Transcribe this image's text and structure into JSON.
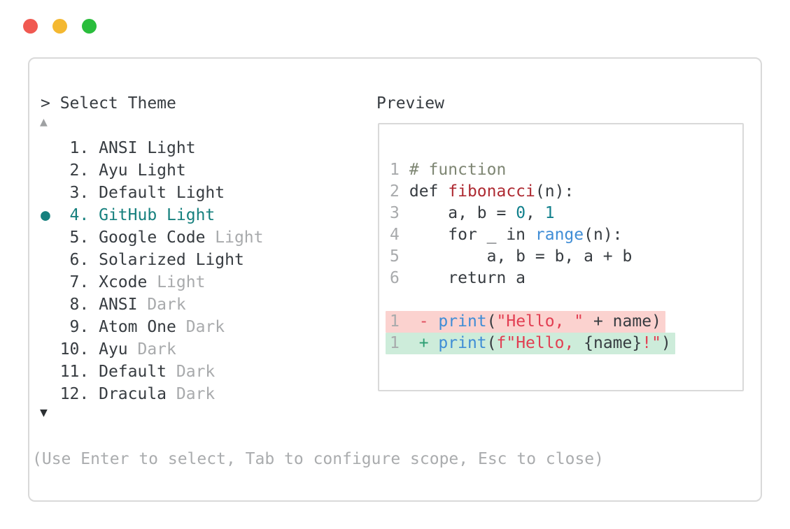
{
  "window": {
    "traffic_lights": [
      {
        "name": "close",
        "color": "#f05951"
      },
      {
        "name": "minimize",
        "color": "#f4b831"
      },
      {
        "name": "maximize",
        "color": "#2abd3c"
      }
    ]
  },
  "picker": {
    "title": "> Select Theme",
    "scroll_up": "▲",
    "scroll_down": "▼",
    "selected_color": "#16807e",
    "items": [
      {
        "prefix": "   1. ",
        "name": "ANSI Light",
        "suffix": ""
      },
      {
        "prefix": "   2. ",
        "name": "Ayu Light",
        "suffix": ""
      },
      {
        "prefix": "   3. ",
        "name": "Default Light",
        "suffix": ""
      },
      {
        "prefix": "●  4. ",
        "name": "GitHub Light",
        "suffix": "",
        "selected": true
      },
      {
        "prefix": "   5. ",
        "name": "Google Code",
        "suffix": " Light"
      },
      {
        "prefix": "   6. ",
        "name": "Solarized Light",
        "suffix": ""
      },
      {
        "prefix": "   7. ",
        "name": "Xcode",
        "suffix": " Light"
      },
      {
        "prefix": "   8. ",
        "name": "ANSI",
        "suffix": " Dark"
      },
      {
        "prefix": "   9. ",
        "name": "Atom One",
        "suffix": " Dark"
      },
      {
        "prefix": "  10. ",
        "name": "Ayu",
        "suffix": " Dark"
      },
      {
        "prefix": "  11. ",
        "name": "Default",
        "suffix": " Dark"
      },
      {
        "prefix": "  12. ",
        "name": "Dracula",
        "suffix": " Dark"
      }
    ],
    "hint": "(Use Enter to select, Tab to configure scope, Esc to close)"
  },
  "preview": {
    "label": "Preview",
    "syntax_colors": {
      "foreground": "#373c41",
      "line_number": "#a8aaac",
      "comment": "#7e8673",
      "function_name": "#ae2a32",
      "string": "#e23e52",
      "call": "#3f8dd6",
      "number": "#11808c",
      "diff_plus": "#2a9d71",
      "diff_minus": "#df4a5c",
      "removed_bg": "#fbd2cf",
      "added_bg": "#cdecda"
    },
    "lines": [
      {
        "num": "1",
        "tokens": [
          {
            "t": "# function",
            "c": "comment"
          }
        ]
      },
      {
        "num": "2",
        "tokens": [
          {
            "t": "def ",
            "c": "plain"
          },
          {
            "t": "fibonacci",
            "c": "func"
          },
          {
            "t": "(n):",
            "c": "plain"
          }
        ]
      },
      {
        "num": "3",
        "tokens": [
          {
            "t": "    a, b = ",
            "c": "plain"
          },
          {
            "t": "0",
            "c": "number"
          },
          {
            "t": ", ",
            "c": "plain"
          },
          {
            "t": "1",
            "c": "number"
          }
        ]
      },
      {
        "num": "4",
        "tokens": [
          {
            "t": "    for _ in ",
            "c": "plain"
          },
          {
            "t": "range",
            "c": "call"
          },
          {
            "t": "(n):",
            "c": "plain"
          }
        ]
      },
      {
        "num": "5",
        "tokens": [
          {
            "t": "        a, b = b, a + b",
            "c": "plain"
          }
        ]
      },
      {
        "num": "6",
        "tokens": [
          {
            "t": "    return a",
            "c": "plain"
          }
        ]
      }
    ],
    "diff": [
      {
        "num": "1",
        "kind": "removed",
        "tokens": [
          {
            "t": " - ",
            "c": "minus"
          },
          {
            "t": "print",
            "c": "call"
          },
          {
            "t": "(",
            "c": "plain"
          },
          {
            "t": "\"Hello, \"",
            "c": "string"
          },
          {
            "t": " + name",
            "c": "plain"
          },
          {
            "t": ")",
            "c": "plain"
          }
        ]
      },
      {
        "num": "1",
        "kind": "added",
        "tokens": [
          {
            "t": " + ",
            "c": "plus"
          },
          {
            "t": "print",
            "c": "call"
          },
          {
            "t": "(",
            "c": "plain"
          },
          {
            "t": "f\"Hello, ",
            "c": "string"
          },
          {
            "t": "{name}",
            "c": "plain"
          },
          {
            "t": "!\"",
            "c": "string"
          },
          {
            "t": ")",
            "c": "plain"
          }
        ]
      }
    ]
  }
}
